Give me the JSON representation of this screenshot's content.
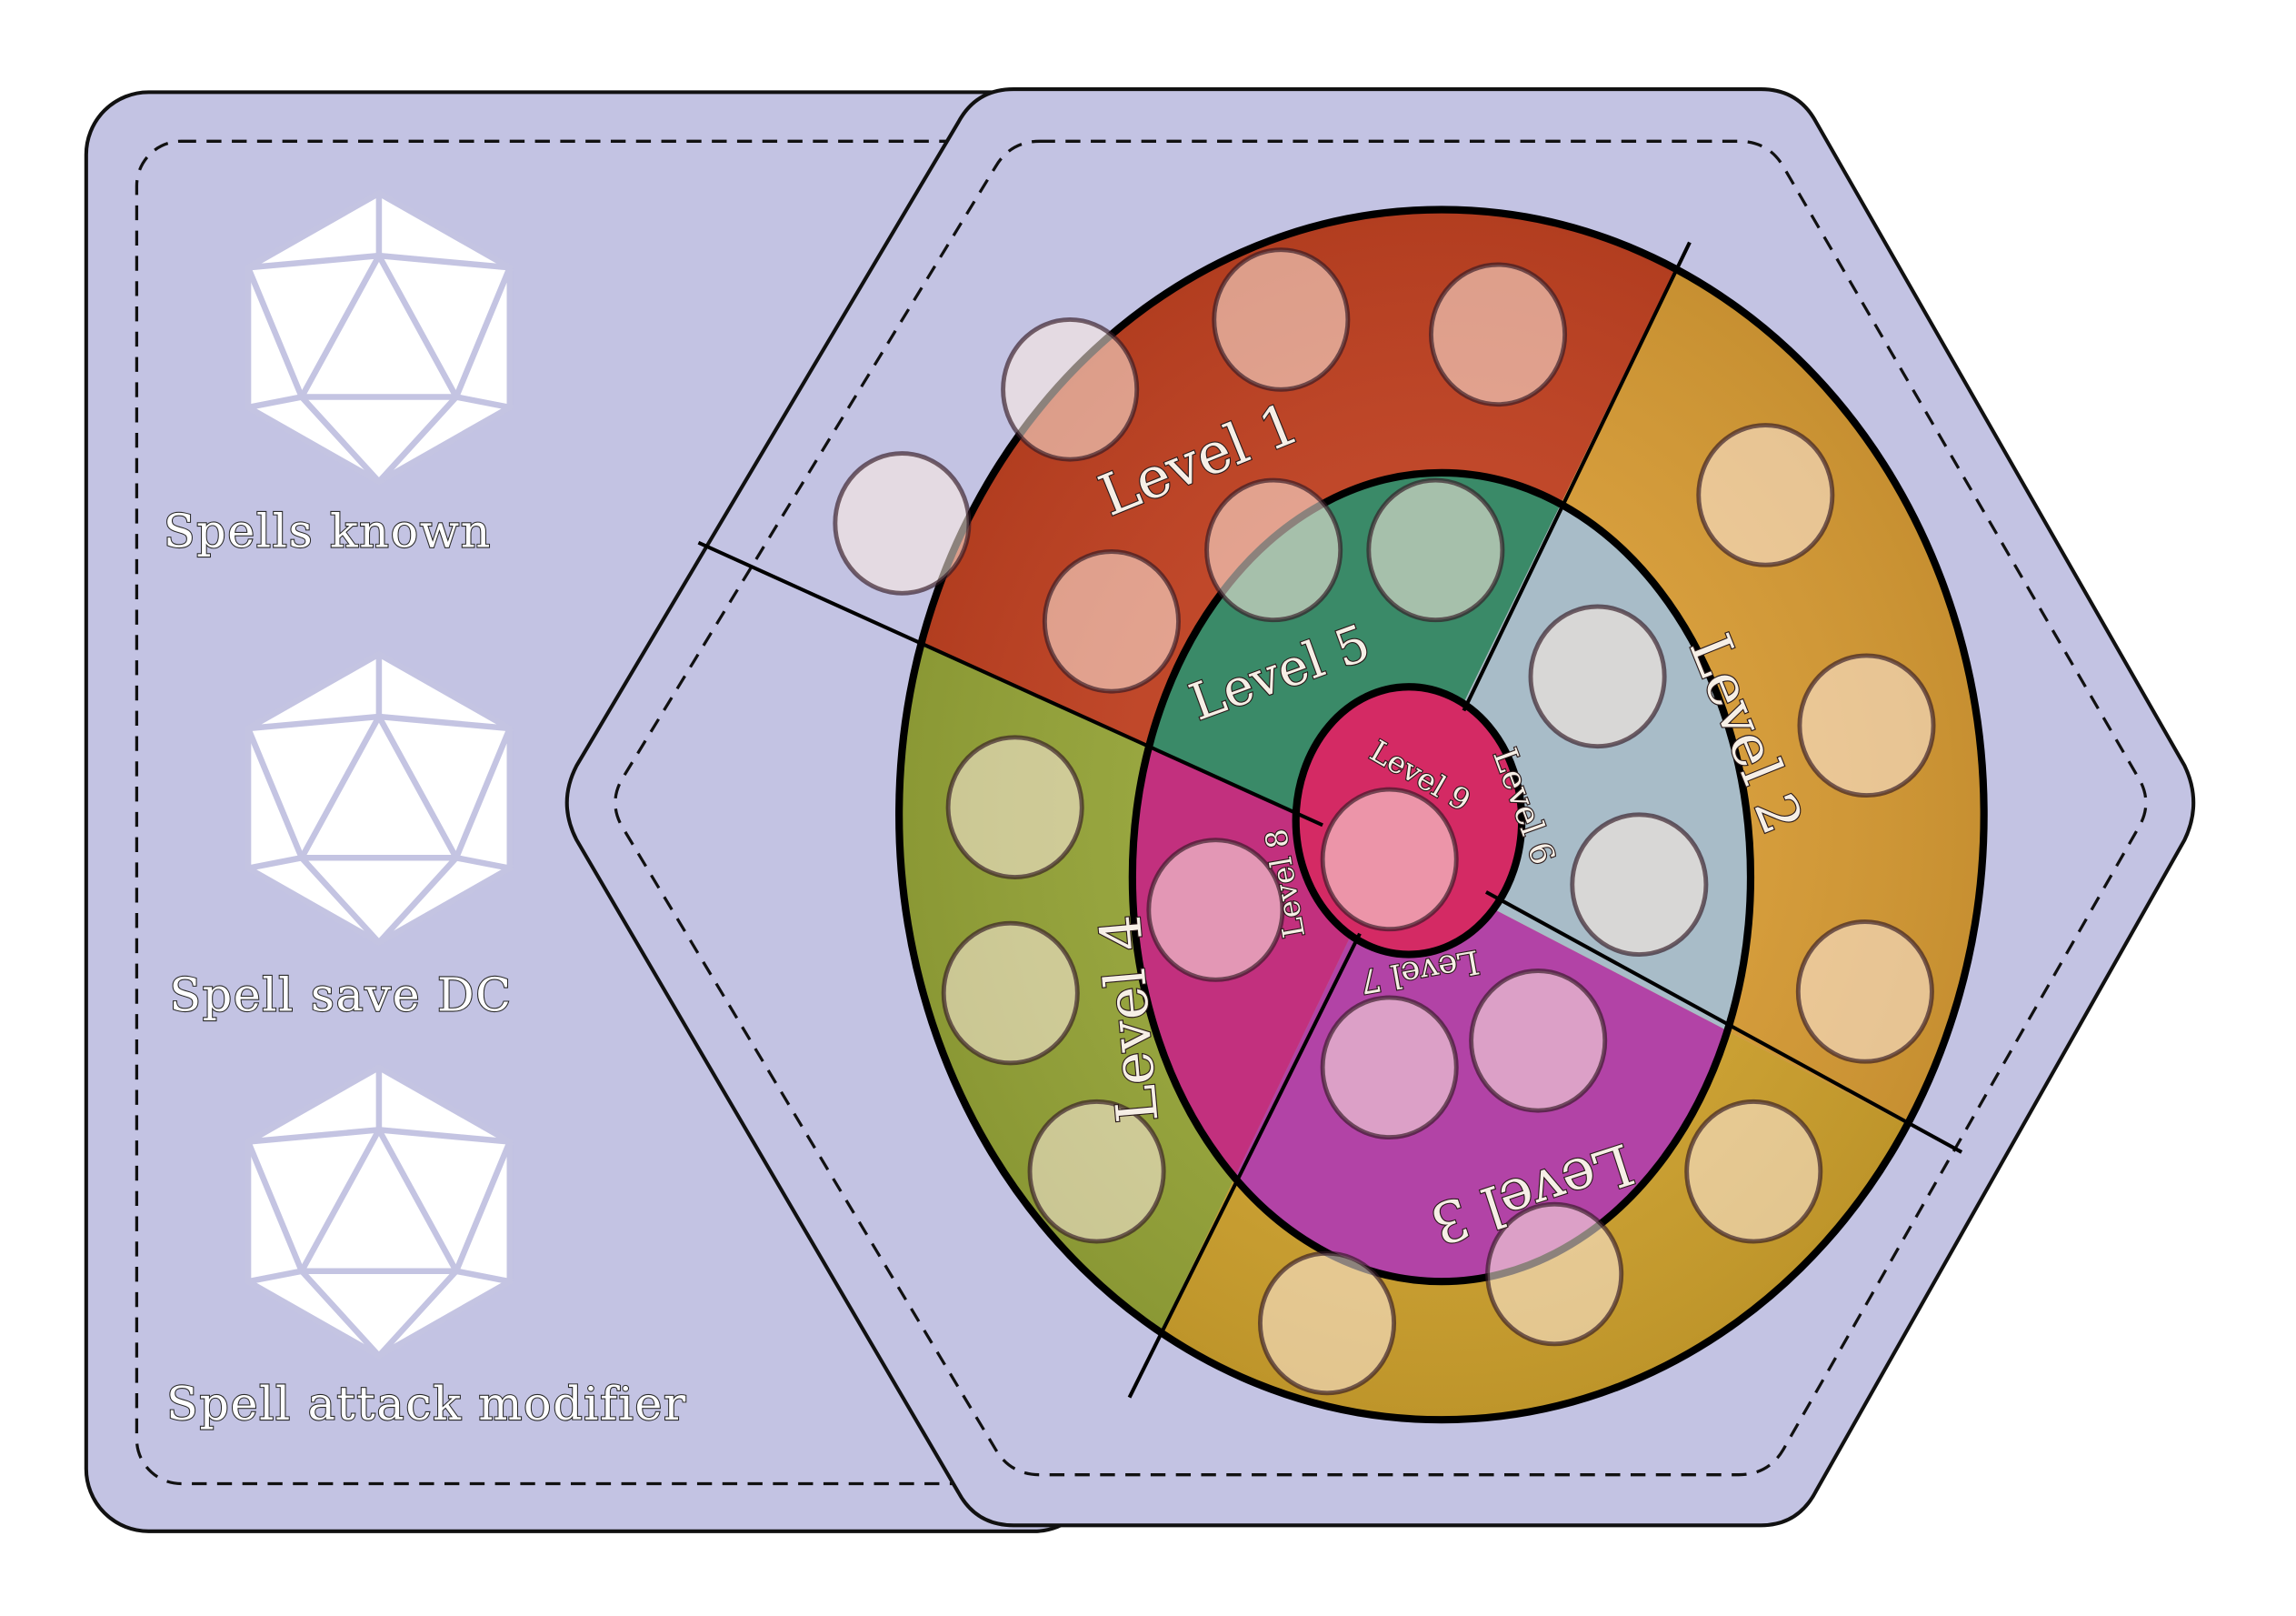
{
  "stats": [
    {
      "label": "Spells known"
    },
    {
      "label": "Spell save DC"
    },
    {
      "label": "Spell attack modifier"
    }
  ],
  "levels": [
    {
      "label": "Level 1",
      "slots": 4,
      "color": "#c8401e"
    },
    {
      "label": "Level 2",
      "slots": 3,
      "color": "#e0a032"
    },
    {
      "label": "Level 3",
      "slots": 3,
      "color": "#d6a62a"
    },
    {
      "label": "Level 4",
      "slots": 3,
      "color": "#9aaa36"
    },
    {
      "label": "Level 5",
      "slots": 3,
      "color": "#3a8a68"
    },
    {
      "label": "Level 6",
      "slots": 2,
      "color": "#a8bcc8"
    },
    {
      "label": "Level 7",
      "slots": 2,
      "color": "#b243a6"
    },
    {
      "label": "Level 8",
      "slots": 1,
      "color": "#c2307e"
    },
    {
      "label": "Level 9",
      "slots": 1,
      "color": "#d42a64"
    }
  ],
  "colors": {
    "card": "#c3c3e3",
    "d20_lines": "#c4c4e2"
  }
}
